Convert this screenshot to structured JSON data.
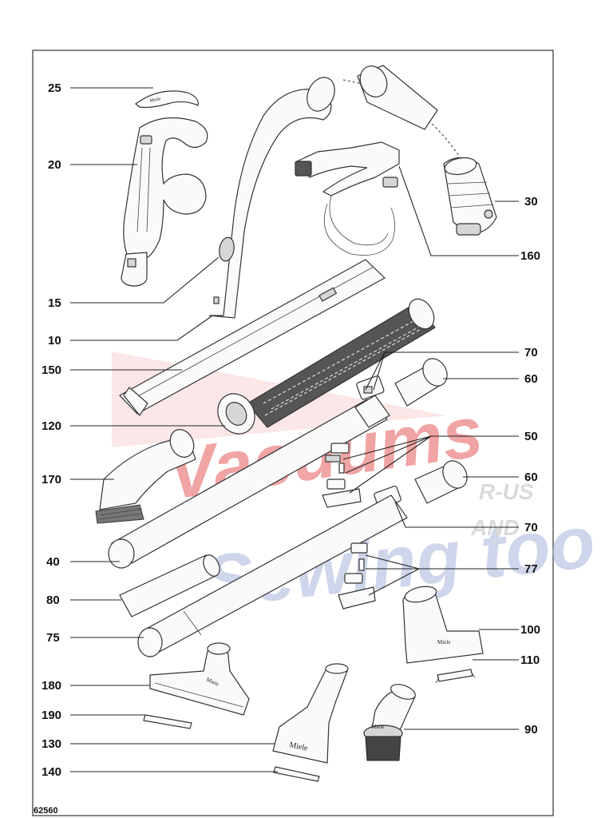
{
  "callouts": [
    {
      "id": "25",
      "label": "25"
    },
    {
      "id": "20",
      "label": "20"
    },
    {
      "id": "15",
      "label": "15"
    },
    {
      "id": "10",
      "label": "10"
    },
    {
      "id": "150",
      "label": "150"
    },
    {
      "id": "120",
      "label": "120"
    },
    {
      "id": "170",
      "label": "170"
    },
    {
      "id": "40",
      "label": "40"
    },
    {
      "id": "80",
      "label": "80"
    },
    {
      "id": "75",
      "label": "75"
    },
    {
      "id": "180",
      "label": "180"
    },
    {
      "id": "190",
      "label": "190"
    },
    {
      "id": "130",
      "label": "130"
    },
    {
      "id": "140",
      "label": "140"
    },
    {
      "id": "30",
      "label": "30"
    },
    {
      "id": "160",
      "label": "160"
    },
    {
      "id": "70a",
      "label": "70"
    },
    {
      "id": "60a",
      "label": "60"
    },
    {
      "id": "50",
      "label": "50"
    },
    {
      "id": "60b",
      "label": "60"
    },
    {
      "id": "70b",
      "label": "70"
    },
    {
      "id": "77",
      "label": "77"
    },
    {
      "id": "100",
      "label": "100"
    },
    {
      "id": "110",
      "label": "110"
    },
    {
      "id": "90",
      "label": "90"
    }
  ],
  "watermark": {
    "line1": "Vacuums",
    "line2": "Sewing too",
    "tag1": "R-US",
    "tag2": "AND"
  },
  "brand_marks": {
    "miele": "Miele"
  },
  "footer": {
    "code": "62560"
  }
}
